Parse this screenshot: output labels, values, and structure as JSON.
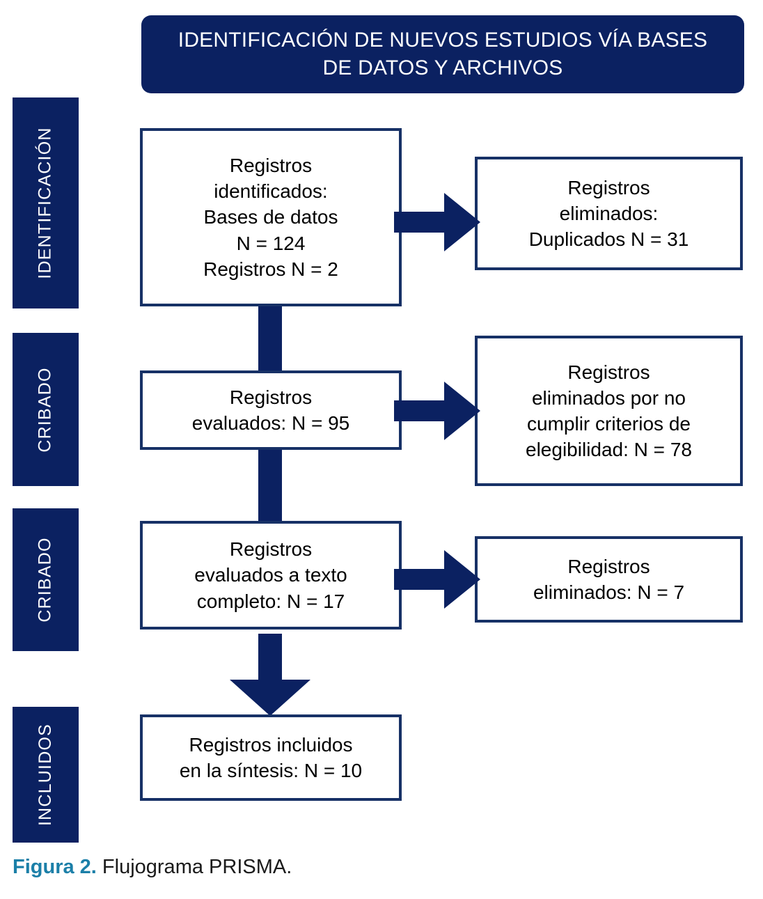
{
  "header": {
    "title": "IDENTIFICACIÓN DE NUEVOS ESTUDIOS VÍA BASES\nDE DATOS Y ARCHIVOS"
  },
  "stages": [
    {
      "label": "IDENTIFICACIÓN"
    },
    {
      "label": "CRIBADO"
    },
    {
      "label": "CRIBADO"
    },
    {
      "label": "INCLUIDOS"
    }
  ],
  "boxes": {
    "identificados": "Registros\nidentificados:\nBases de datos\nN = 124\nRegistros N = 2",
    "duplicados": "Registros\neliminados:\nDuplicados N = 31",
    "evaluados": "Registros\nevaluados: N = 95",
    "no_elegibles": "Registros\neliminados por no\ncumplir criterios de\nelegibilidad: N = 78",
    "texto_completo": "Registros\nevaluados a texto\ncompleto: N = 17",
    "eliminados_7": "Registros\neliminados: N = 7",
    "incluidos": "Registros incluidos\nen la síntesis: N = 10"
  },
  "caption": {
    "label": "Figura 2.",
    "text": " Flujograma PRISMA."
  },
  "colors": {
    "navy_fill": "#0b2161",
    "box_border": "#173166",
    "arrow": "#0b2161",
    "caption_accent": "#1b7fa8",
    "background": "#ffffff"
  },
  "icons": {
    "arrow_right": "arrow-right-icon",
    "arrow_down": "arrow-down-icon",
    "connector": "vertical-connector-icon"
  },
  "chart_data": {
    "type": "diagram",
    "title": "IDENTIFICACIÓN DE NUEVOS ESTUDIOS VÍA BASES DE DATOS Y ARCHIVOS",
    "diagram_kind": "PRISMA flow diagram",
    "stages": [
      "IDENTIFICACIÓN",
      "CRIBADO",
      "CRIBADO",
      "INCLUIDOS"
    ],
    "nodes": [
      {
        "id": "identificados",
        "stage": "IDENTIFICACIÓN",
        "column": "main",
        "label": "Registros identificados: Bases de datos N = 124 Registros N = 2",
        "values": {
          "Bases de datos": 124,
          "Registros": 2
        }
      },
      {
        "id": "duplicados",
        "stage": "IDENTIFICACIÓN",
        "column": "excluded",
        "label": "Registros eliminados: Duplicados N = 31",
        "values": {
          "Duplicados": 31
        }
      },
      {
        "id": "evaluados",
        "stage": "CRIBADO",
        "column": "main",
        "label": "Registros evaluados: N = 95",
        "values": {
          "N": 95
        }
      },
      {
        "id": "no_elegibles",
        "stage": "CRIBADO",
        "column": "excluded",
        "label": "Registros eliminados por no cumplir criterios de elegibilidad: N = 78",
        "values": {
          "N": 78
        }
      },
      {
        "id": "texto_completo",
        "stage": "CRIBADO",
        "column": "main",
        "label": "Registros evaluados a texto completo: N = 17",
        "values": {
          "N": 17
        }
      },
      {
        "id": "eliminados_7",
        "stage": "CRIBADO",
        "column": "excluded",
        "label": "Registros eliminados: N = 7",
        "values": {
          "N": 7
        }
      },
      {
        "id": "incluidos",
        "stage": "INCLUIDOS",
        "column": "main",
        "label": "Registros incluidos en la síntesis: N = 10",
        "values": {
          "N": 10
        }
      }
    ],
    "edges": [
      {
        "from": "identificados",
        "to": "duplicados",
        "kind": "arrow-right"
      },
      {
        "from": "identificados",
        "to": "evaluados",
        "kind": "line-down"
      },
      {
        "from": "evaluados",
        "to": "no_elegibles",
        "kind": "arrow-right"
      },
      {
        "from": "evaluados",
        "to": "texto_completo",
        "kind": "line-down"
      },
      {
        "from": "texto_completo",
        "to": "eliminados_7",
        "kind": "arrow-right"
      },
      {
        "from": "texto_completo",
        "to": "incluidos",
        "kind": "arrow-down"
      }
    ]
  }
}
